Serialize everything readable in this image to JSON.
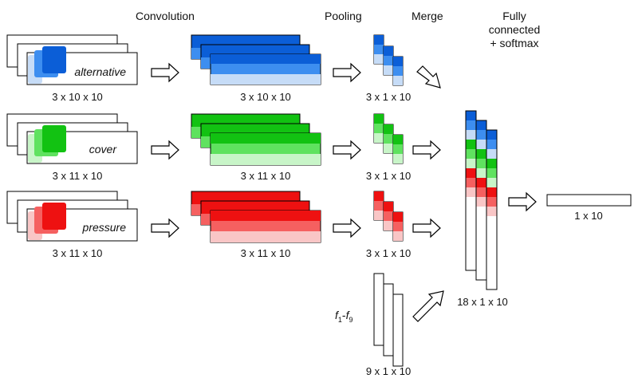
{
  "headers": {
    "convolution": "Convolution",
    "pooling": "Pooling",
    "merge": "Merge",
    "fully_connected_line1": "Fully",
    "fully_connected_line2": "connected",
    "fully_connected_line3": "+ softmax"
  },
  "rows": [
    {
      "word": "alternative",
      "input_dims": "3 x 10 x 10",
      "conv_dims": "3 x 10 x 10",
      "pool_dims": "3 x 1 x 10",
      "colors": {
        "dark": "#0b5ed7",
        "mid": "#3d8ef0",
        "light": "#c6dcf7"
      }
    },
    {
      "word": "cover",
      "input_dims": "3 x 11 x 10",
      "conv_dims": "3 x 11 x 10",
      "pool_dims": "3 x 1 x 10",
      "colors": {
        "dark": "#12c212",
        "mid": "#5fe25f",
        "light": "#c8f5c8"
      }
    },
    {
      "word": "pressure",
      "input_dims": "3 x 11 x 10",
      "conv_dims": "3 x 11 x 10",
      "pool_dims": "3 x 1 x 10",
      "colors": {
        "dark": "#ee1111",
        "mid": "#f56060",
        "light": "#f9c6c6"
      }
    }
  ],
  "features": {
    "label_base": "f",
    "label_sub1": "1",
    "label_dash": "-",
    "label_sub2": "9",
    "dims": "9 x 1 x 10"
  },
  "merged": {
    "dims": "18 x 1 x 10"
  },
  "output": {
    "dims": "1 x 10"
  }
}
